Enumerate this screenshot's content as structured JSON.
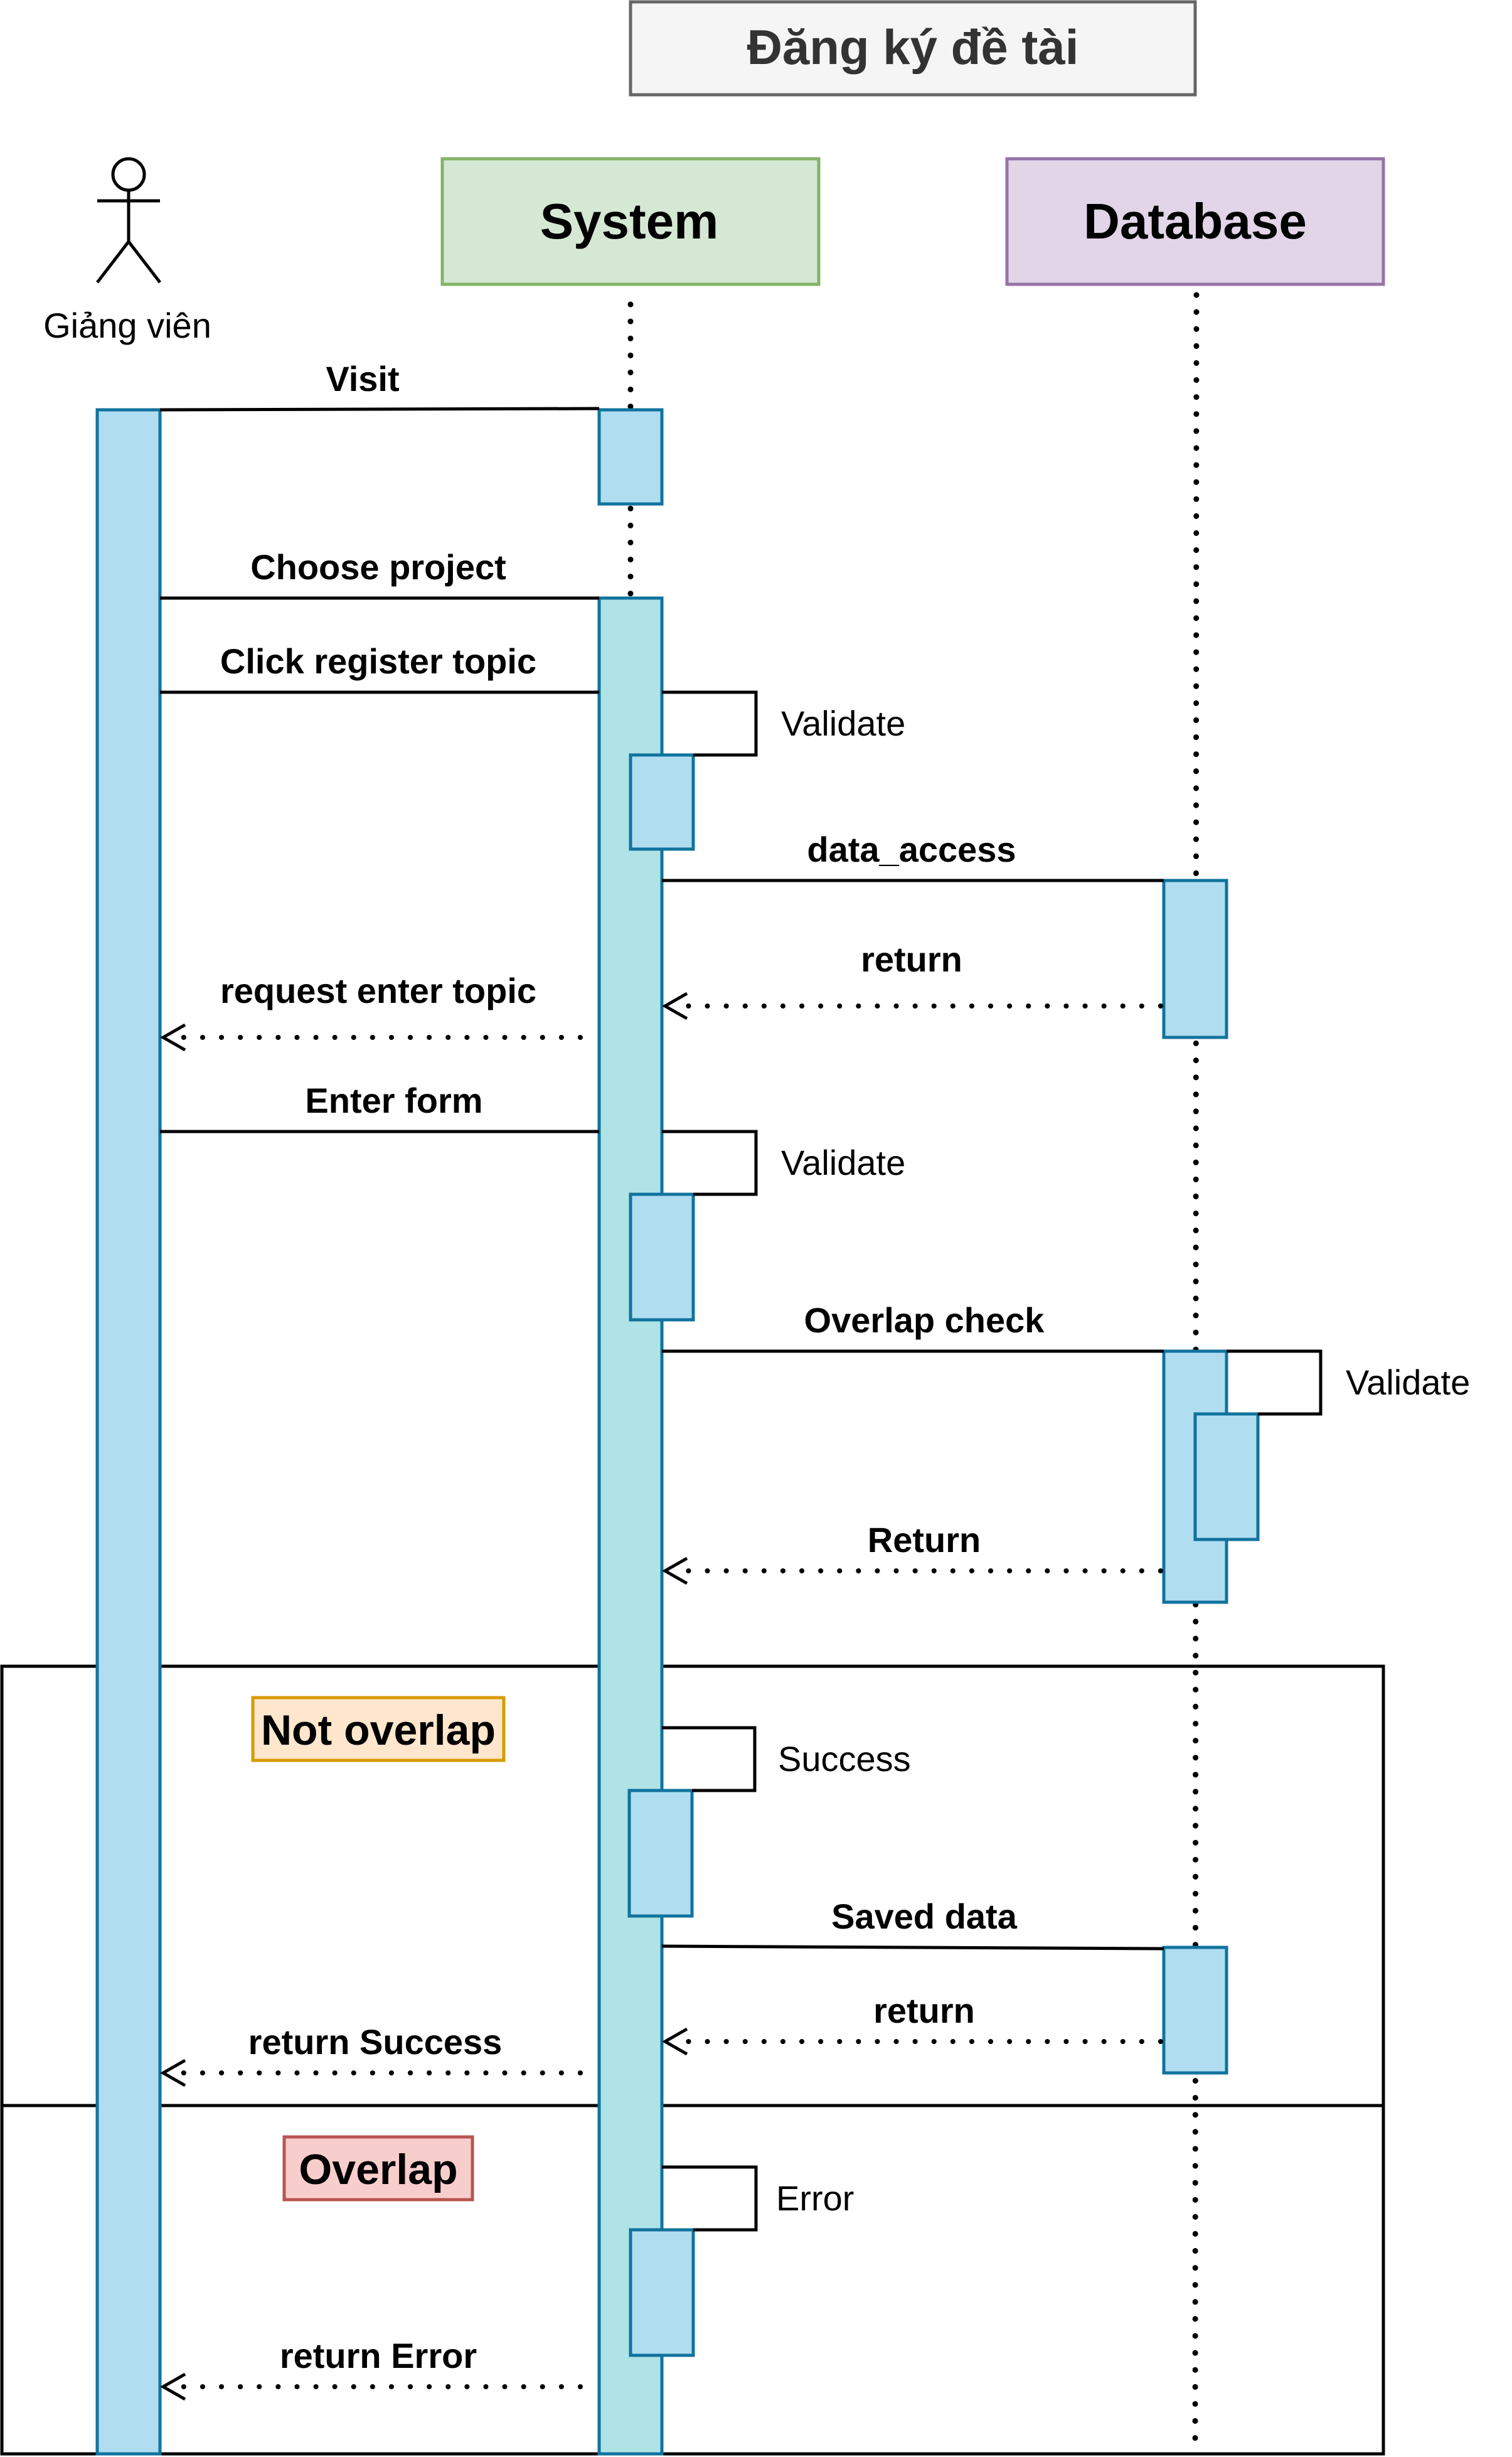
{
  "diagram": {
    "title": "Đăng ký đề tài",
    "actor": {
      "label": "Giảng viên"
    },
    "participants": [
      {
        "label": "System",
        "fill": "#d5e8d4",
        "stroke": "#82b366"
      },
      {
        "label": "Database",
        "fill": "#e1d5e7",
        "stroke": "#9673a6"
      }
    ],
    "activation_fill": "#b1ddf0",
    "system_activation_fill": "#b0e3e6",
    "activation_stroke": "#10739e",
    "messages": [
      {
        "label": "Visit",
        "style": "solid",
        "from": "Giảng viên",
        "to": "System"
      },
      {
        "label": "Choose project",
        "style": "solid",
        "from": "Giảng viên",
        "to": "System"
      },
      {
        "label": "Click register topic",
        "style": "solid",
        "from": "Giảng viên",
        "to": "System"
      },
      {
        "label": "Validate",
        "style": "self",
        "from": "System",
        "to": "System"
      },
      {
        "label": "data_access",
        "style": "solid",
        "from": "System",
        "to": "Database"
      },
      {
        "label": "return",
        "style": "dotted",
        "from": "Database",
        "to": "System"
      },
      {
        "label": "request enter topic",
        "style": "dotted",
        "from": "System",
        "to": "Giảng viên"
      },
      {
        "label": "Enter form",
        "style": "solid",
        "from": "Giảng viên",
        "to": "System"
      },
      {
        "label": "Validate",
        "style": "self",
        "from": "System",
        "to": "System"
      },
      {
        "label": "Overlap check",
        "style": "solid",
        "from": "System",
        "to": "Database"
      },
      {
        "label": "Validate",
        "style": "self",
        "from": "Database",
        "to": "Database"
      },
      {
        "label": "Return",
        "style": "dotted",
        "from": "Database",
        "to": "System"
      },
      {
        "label": "Success",
        "style": "self",
        "from": "System",
        "to": "System"
      },
      {
        "label": "Saved data",
        "style": "solid",
        "from": "System",
        "to": "Database"
      },
      {
        "label": "return",
        "style": "dotted",
        "from": "Database",
        "to": "System"
      },
      {
        "label": "return Success",
        "style": "dotted",
        "from": "System",
        "to": "Giảng viên"
      },
      {
        "label": "Error",
        "style": "self",
        "from": "System",
        "to": "System"
      },
      {
        "label": "return Error",
        "style": "dotted",
        "from": "System",
        "to": "Giảng viên"
      }
    ],
    "fragments": [
      {
        "label": "Not overlap",
        "fill": "#ffe6cc",
        "stroke": "#d79b00"
      },
      {
        "label": "Overlap",
        "fill": "#f8cecc",
        "stroke": "#b85450"
      }
    ]
  }
}
